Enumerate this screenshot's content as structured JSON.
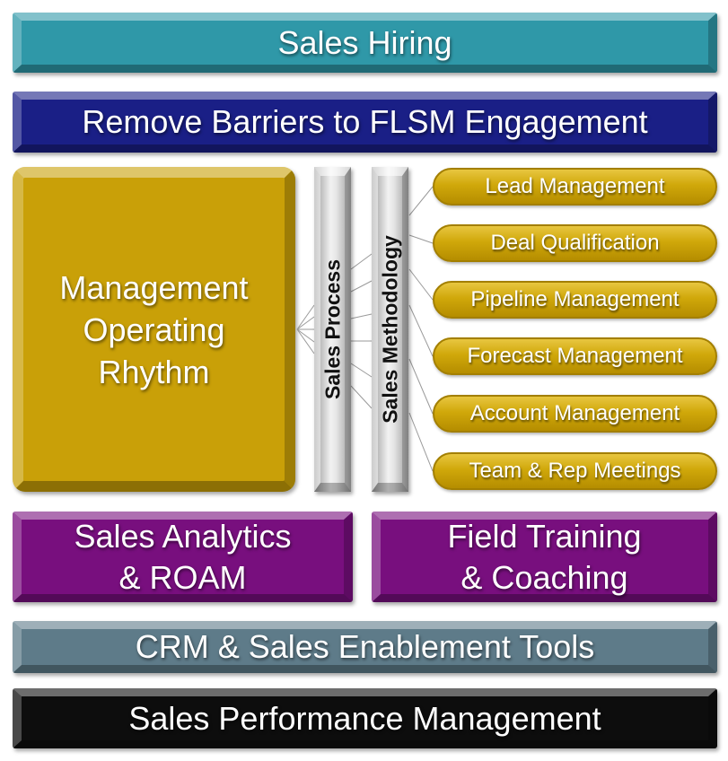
{
  "bands": {
    "hiring": "Sales Hiring",
    "barriers": "Remove Barriers to FLSM Engagement",
    "mor_line1": "Management",
    "mor_line2": "Operating",
    "mor_line3": "Rhythm",
    "analytics_line1": "Sales Analytics",
    "analytics_line2": "& ROAM",
    "training_line1": "Field Training",
    "training_line2": "& Coaching",
    "crm": "CRM & Sales Enablement Tools",
    "spm": "Sales Performance Management"
  },
  "pillars": {
    "process": "Sales Process",
    "methodology": "Sales Methodology"
  },
  "pills": [
    "Lead Management",
    "Deal Qualification",
    "Pipeline Management",
    "Forecast Management",
    "Account Management",
    "Team & Rep Meetings"
  ],
  "colors": {
    "teal": "#2f98a8",
    "navy": "#1a1f86",
    "gold": "#c9a008",
    "purple": "#780f7e",
    "slate": "#5e7b89",
    "black": "#0d0d0d"
  }
}
